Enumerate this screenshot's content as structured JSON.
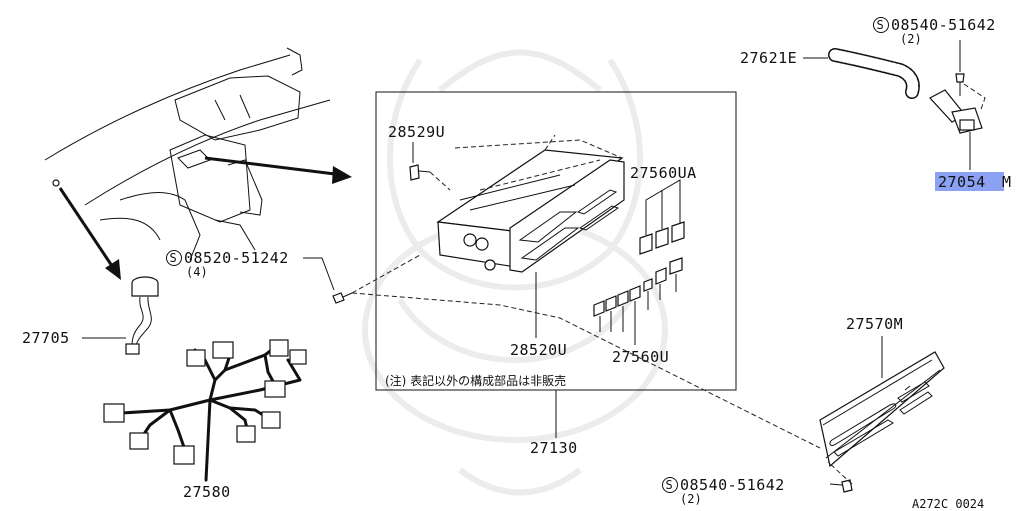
{
  "diagram": {
    "labels": {
      "p28529u": "28529U",
      "p27560ua": "27560UA",
      "p27560u": "27560U",
      "p28520u": "28520U",
      "p27130": "27130",
      "p27705": "27705",
      "p27580": "27580",
      "p27621e": "27621E",
      "p27054_num": "27054",
      "p27054_suffix": "M",
      "p27570m": "27570M",
      "s1_part": "08520-51242",
      "s1_qty": "(4)",
      "s2_part": "08540-51642",
      "s2_qty": "(2)",
      "s3_part": "08540-51642",
      "s3_qty": "(2)",
      "screw_symbol": "S",
      "note": "(注) 表記以外の構成部品は非販売",
      "diagram_code": "A272C 0024"
    },
    "highlight_color": "#8aa1f4"
  }
}
